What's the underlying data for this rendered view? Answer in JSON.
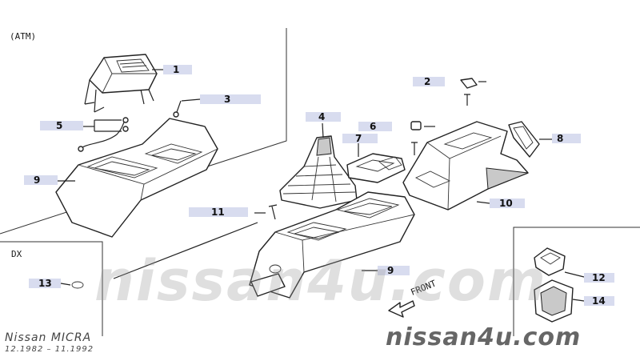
{
  "section_labels": {
    "atm": "(ATM)",
    "dx": "DX"
  },
  "callouts": [
    {
      "id": "c1",
      "number": "1"
    },
    {
      "id": "c2",
      "number": "2"
    },
    {
      "id": "c3",
      "number": "3"
    },
    {
      "id": "c4",
      "number": "4"
    },
    {
      "id": "c5",
      "number": "5"
    },
    {
      "id": "c6",
      "number": "6"
    },
    {
      "id": "c7",
      "number": "7"
    },
    {
      "id": "c8",
      "number": "8"
    },
    {
      "id": "c9a",
      "number": "9"
    },
    {
      "id": "c9b",
      "number": "9"
    },
    {
      "id": "c10",
      "number": "10"
    },
    {
      "id": "c11",
      "number": "11"
    },
    {
      "id": "c12",
      "number": "12"
    },
    {
      "id": "c13",
      "number": "13"
    },
    {
      "id": "c14",
      "number": "14"
    }
  ],
  "front_label": "FRONT",
  "watermark": "nissan4u.com",
  "footer": {
    "model": "Nissan MICRA",
    "years": "12.1982 – 11.1992",
    "site": "nissan4u.com"
  },
  "colors": {
    "callout_bg": "#d8dcef",
    "line": "#222222"
  }
}
